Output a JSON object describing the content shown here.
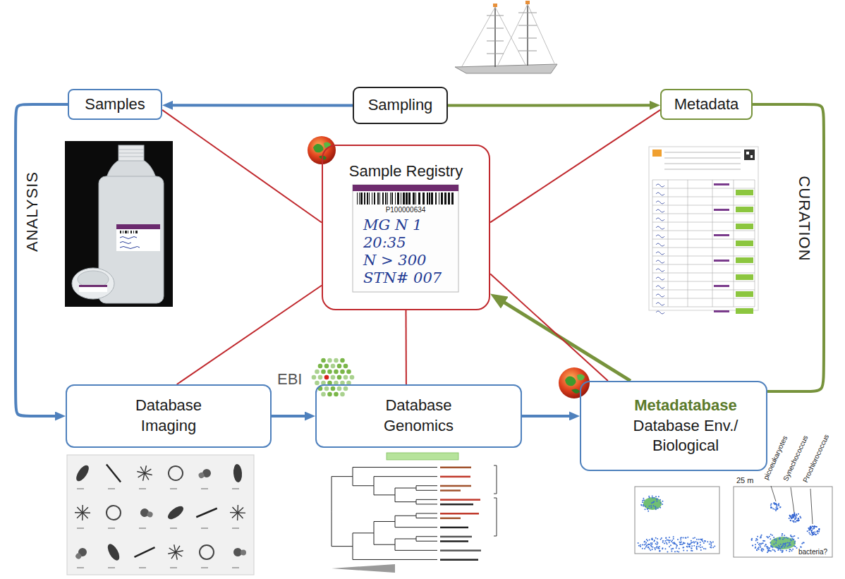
{
  "diagram": {
    "nodes": [
      {
        "text": [
          "Samples"
        ]
      },
      {
        "text": [
          "Sampling"
        ]
      },
      {
        "text": [
          "Metadata"
        ]
      },
      {
        "text": [
          "Sample Registry"
        ]
      },
      {
        "text": [
          "Database Imaging"
        ]
      },
      {
        "text": [
          "Database Genomics"
        ]
      },
      {
        "text": [
          "Metadatabase",
          "Database Env./ Biological"
        ]
      }
    ],
    "edges": [
      {
        "from": 1,
        "to": 0,
        "arrow": "to"
      },
      {
        "from": 1,
        "to": 2,
        "arrow": "to"
      },
      {
        "from": 0,
        "to": 4,
        "arrow": "to",
        "label": "ANALYSIS"
      },
      {
        "from": 4,
        "to": 5,
        "arrow": "to"
      },
      {
        "from": 5,
        "to": 6,
        "arrow": "to"
      },
      {
        "from": 2,
        "to": 6,
        "arrow": "none",
        "label": "CURATION"
      },
      {
        "from": 6,
        "to": 3,
        "arrow": "to"
      },
      {
        "from": 3,
        "to": 0,
        "arrow": "none"
      },
      {
        "from": 3,
        "to": 2,
        "arrow": "none"
      },
      {
        "from": 3,
        "to": 4,
        "arrow": "none"
      },
      {
        "from": 3,
        "to": 5,
        "arrow": "none"
      },
      {
        "from": 3,
        "to": 6,
        "arrow": "none"
      }
    ],
    "labels": [
      "P100000634",
      "MG N 1",
      "20:35",
      "N > 300",
      "STN# 007",
      "EBI",
      "25 m",
      "picoeukaryotes",
      "Synechococcus",
      "Prochlorococcus",
      "bacteria?"
    ]
  }
}
